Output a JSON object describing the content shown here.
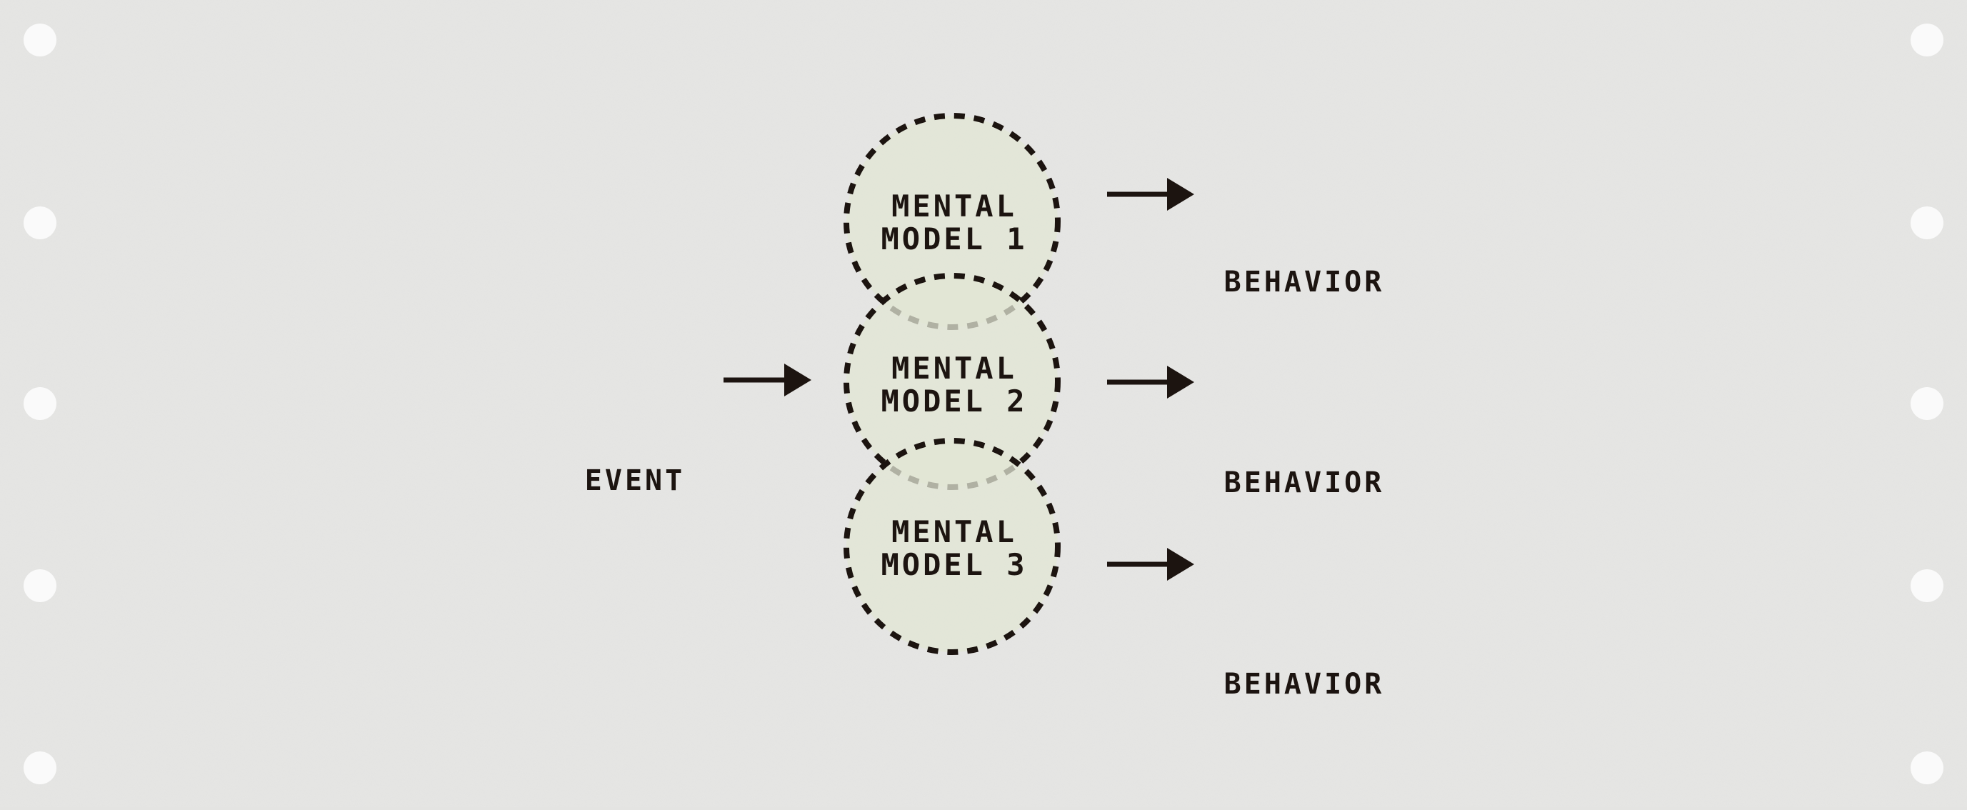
{
  "colors": {
    "background": "#e4e4e2",
    "node_fill": "#a9bf6e",
    "model_fill": "#e2e6d4",
    "ink": "#1c1410",
    "punch_hole": "#fafafa"
  },
  "event": {
    "label": "EVENT"
  },
  "mental_models": [
    {
      "line1": "MENTAL",
      "line2": "MODEL 1"
    },
    {
      "line1": "MENTAL",
      "line2": "MODEL 2"
    },
    {
      "line1": "MENTAL",
      "line2": "MODEL 3"
    }
  ],
  "behaviors": [
    {
      "label": "BEHAVIOR"
    },
    {
      "label": "BEHAVIOR"
    },
    {
      "label": "BEHAVIOR"
    }
  ]
}
